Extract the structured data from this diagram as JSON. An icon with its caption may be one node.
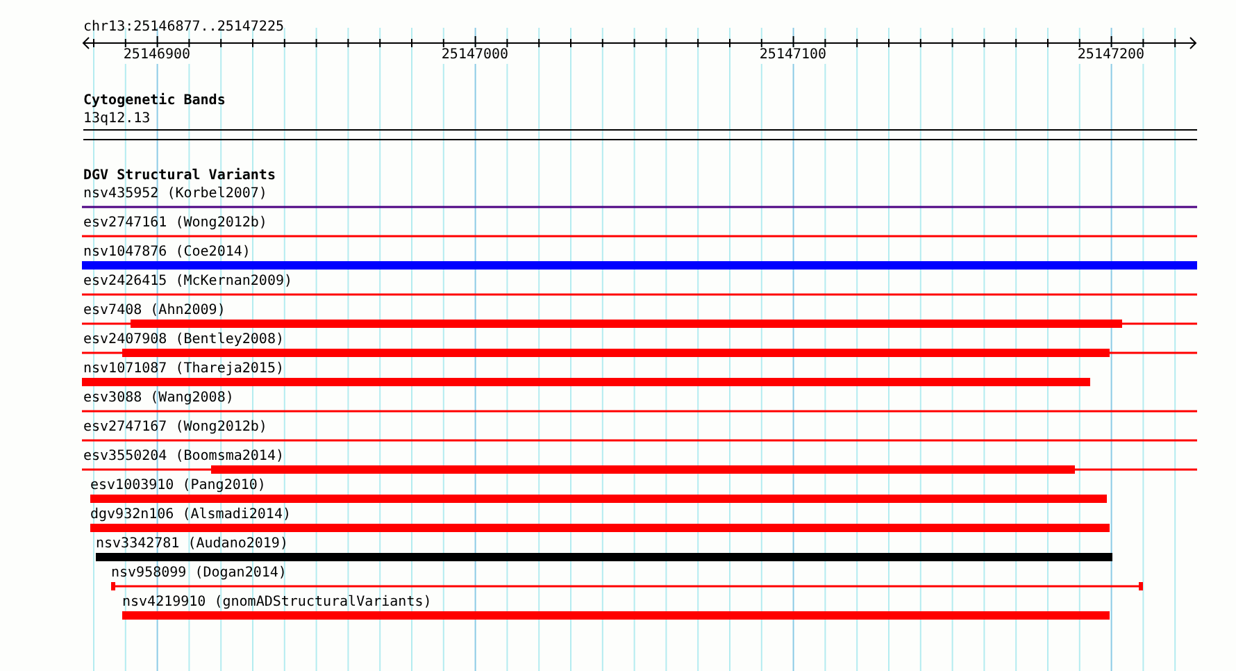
{
  "diagram": {
    "nodes": [
      {
        "text": [
          "nsv435952 (Korbel2007)"
        ]
      },
      {
        "text": [
          "esv2747161 (Wong2012b)"
        ]
      },
      {
        "text": [
          "nsv1047876 (Coe2014)"
        ]
      },
      {
        "text": [
          "esv2426415 (McKernan2009)"
        ]
      },
      {
        "text": [
          "esv7408 (Ahn2009)"
        ]
      },
      {
        "text": [
          "esv2407908 (Bentley2008)"
        ]
      },
      {
        "text": [
          "nsv1071087 (Thareja2015)"
        ]
      },
      {
        "text": [
          "esv3088 (Wang2008)"
        ]
      },
      {
        "text": [
          "esv2747167 (Wong2012b)"
        ]
      },
      {
        "text": [
          "esv3550204 (Boomsma2014)"
        ]
      },
      {
        "text": [
          "esv1003910 (Pang2010)"
        ]
      },
      {
        "text": [
          "dgv932n106 (Alsmadi2014)"
        ]
      },
      {
        "text": [
          "nsv3342781 (Audano2019)"
        ]
      },
      {
        "text": [
          "nsv958099 (Dogan2014)"
        ]
      },
      {
        "text": [
          "nsv4219910 (gnomADStructuralVariants)"
        ]
      }
    ],
    "labels": [
      "chr13:25146877..25147225",
      "25146900",
      "25147000",
      "25147100",
      "25147200",
      "Cytogenetic Bands",
      "13q12.13",
      "DGV Structural Variants"
    ]
  }
}
